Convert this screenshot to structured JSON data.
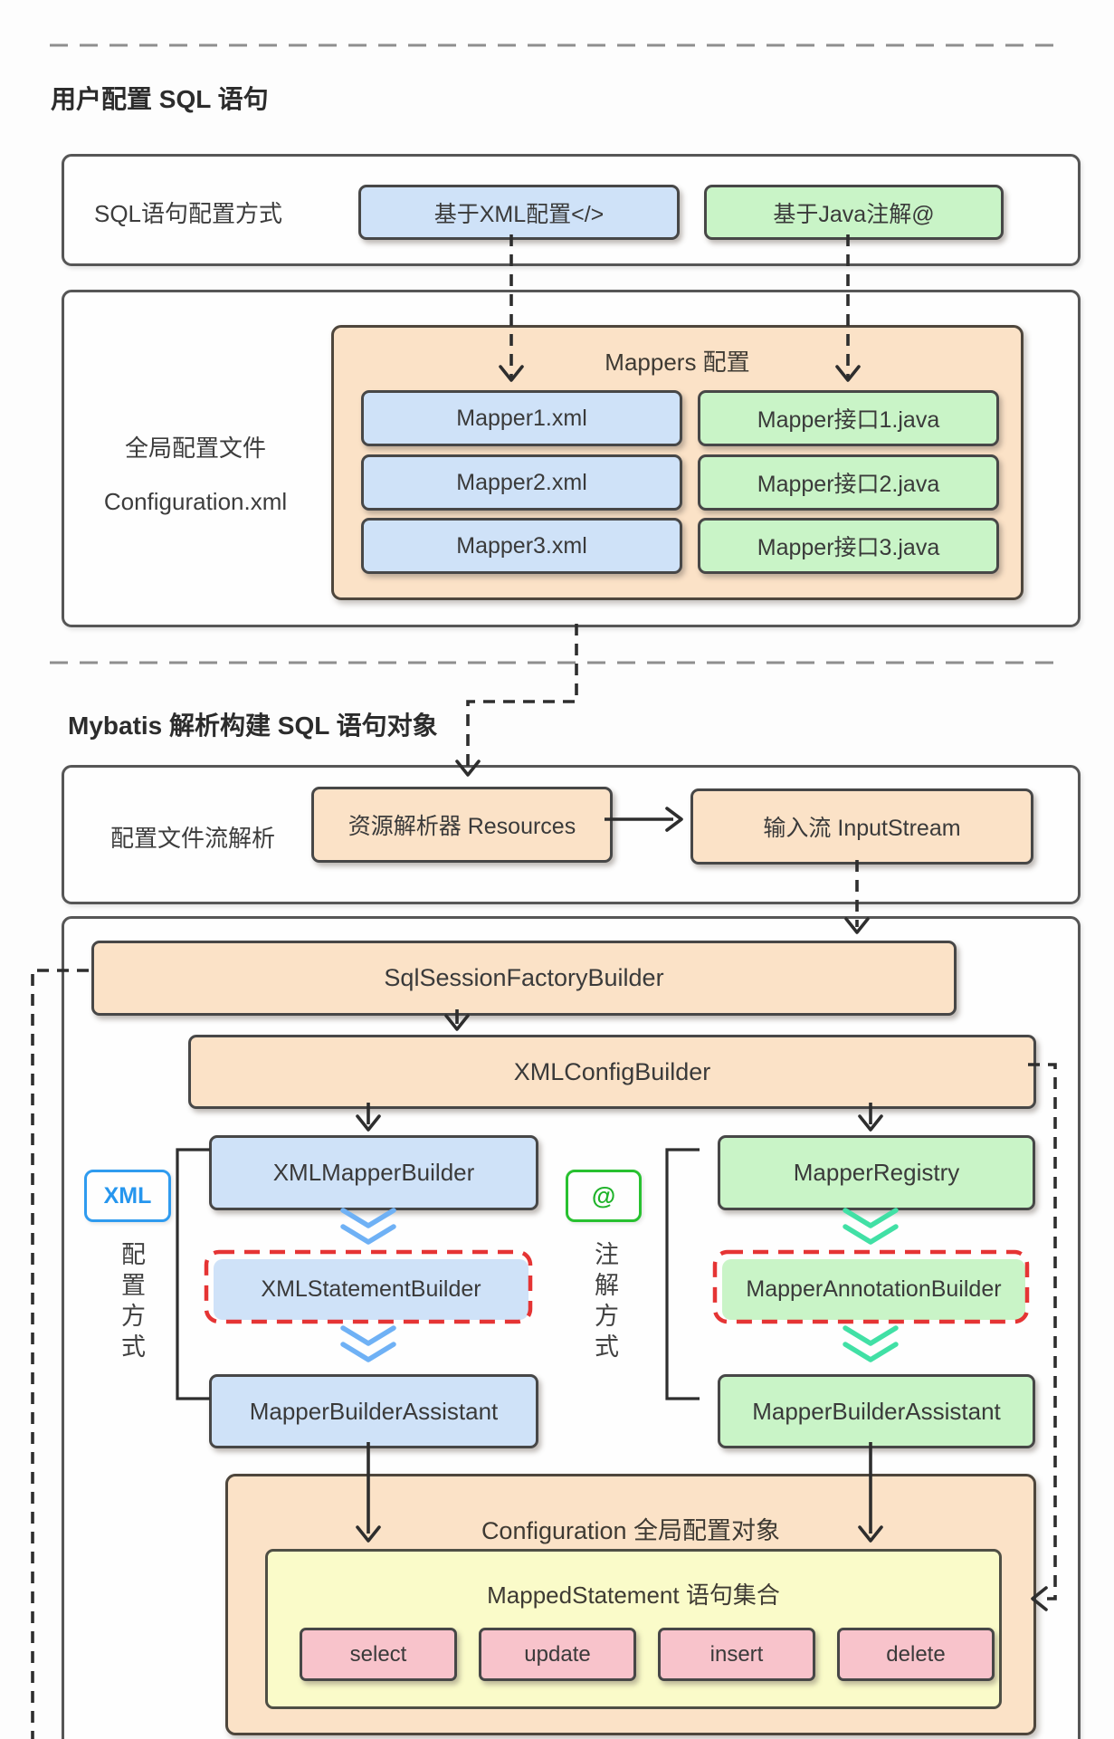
{
  "colors": {
    "blue_fill": "#cfe2f8",
    "green_fill": "#c9f4c7",
    "orange_fill": "#fbe2c7",
    "yellow_fill": "#fafbc9",
    "pink_fill": "#f8c3cb",
    "red_dashed_border": "#e53434",
    "xml_badge_accent": "#2f9bef",
    "annotation_badge_accent": "#28c130",
    "chevron_blue": "#6fb1f5",
    "chevron_green": "#41e0a5",
    "line_color": "#2e2e2e"
  },
  "section_user": {
    "title": "用户配置 SQL 语句",
    "config_mode": {
      "label": "SQL语句配置方式",
      "xml_option": "基于XML配置</>",
      "java_option": "基于Java注解@"
    },
    "global_config": {
      "label_line1": "全局配置文件",
      "label_line2": "Configuration.xml",
      "mappers": {
        "title": "Mappers 配置",
        "xml_files": [
          "Mapper1.xml",
          "Mapper2.xml",
          "Mapper3.xml"
        ],
        "java_interfaces": [
          "Mapper接口1.java",
          "Mapper接口2.java",
          "Mapper接口3.java"
        ]
      }
    }
  },
  "section_mybatis": {
    "title": "Mybatis 解析构建 SQL 语句对象",
    "stream_parse": {
      "label": "配置文件流解析",
      "resources": "资源解析器 Resources",
      "input_stream": "输入流 InputStream"
    },
    "builders": {
      "sql_session_factory_builder": "SqlSessionFactoryBuilder",
      "xml_config_builder": "XMLConfigBuilder",
      "xml_branch": {
        "badge": "XML",
        "mode_label": "配置方式",
        "mapper_builder": "XMLMapperBuilder",
        "statement_builder": "XMLStatementBuilder",
        "assistant": "MapperBuilderAssistant"
      },
      "annotation_branch": {
        "badge": "@",
        "mode_label": "注解方式",
        "mapper_registry": "MapperRegistry",
        "annotation_builder": "MapperAnnotationBuilder",
        "assistant": "MapperBuilderAssistant"
      }
    },
    "configuration": {
      "title": "Configuration 全局配置对象",
      "mapped_statement": {
        "title": "MappedStatement 语句集合",
        "statements": [
          "select",
          "update",
          "insert",
          "delete"
        ]
      }
    }
  }
}
